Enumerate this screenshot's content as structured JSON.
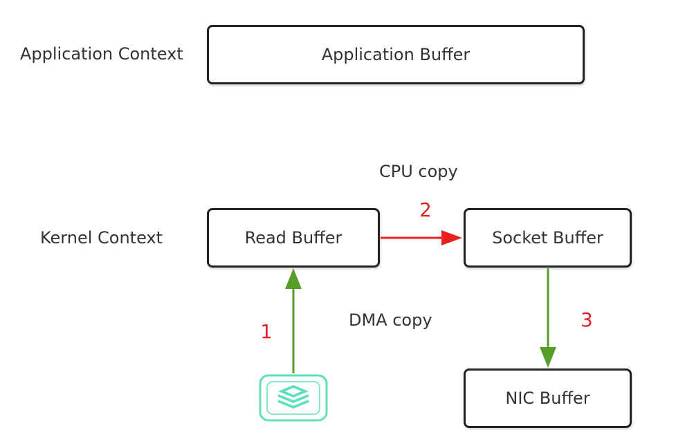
{
  "labels": {
    "application_context": "Application Context",
    "kernel_context": "Kernel Context"
  },
  "boxes": {
    "application_buffer": "Application Buffer",
    "read_buffer": "Read Buffer",
    "socket_buffer": "Socket Buffer",
    "nic_buffer": "NIC Buffer"
  },
  "notes": {
    "cpu_copy": "CPU copy",
    "dma_copy": "DMA copy"
  },
  "steps": {
    "step1": "1",
    "step2": "2",
    "step3": "3"
  },
  "icons": {
    "disk": "disk-storage-icon"
  },
  "colors": {
    "red_arrow": "#e8201f",
    "green_arrow": "#5a9e2a",
    "disk_icon": "#5fe0bd",
    "step_number": "#e8201f"
  }
}
